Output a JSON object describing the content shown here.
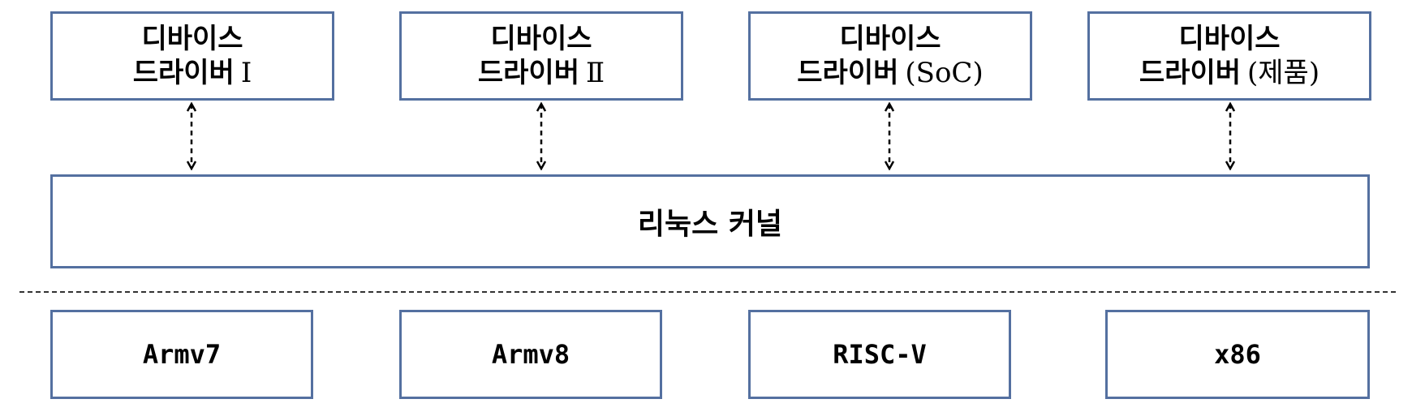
{
  "drivers": [
    {
      "line1": "디바이스",
      "line2": "드라이버",
      "suffix": "Ⅰ"
    },
    {
      "line1": "디바이스",
      "line2": "드라이버",
      "suffix": "Ⅱ"
    },
    {
      "line1": "디바이스",
      "line2": "드라이버",
      "suffix": "(SoC)"
    },
    {
      "line1": "디바이스",
      "line2": "드라이버",
      "suffix": "(제품)"
    }
  ],
  "kernel": {
    "label": "리눅스 커널"
  },
  "architectures": [
    "Armv7",
    "Armv8",
    "RISC-V",
    "x86"
  ],
  "colors": {
    "box_border": "#5470a0",
    "arrow": "#000000",
    "divider": "#333333"
  }
}
